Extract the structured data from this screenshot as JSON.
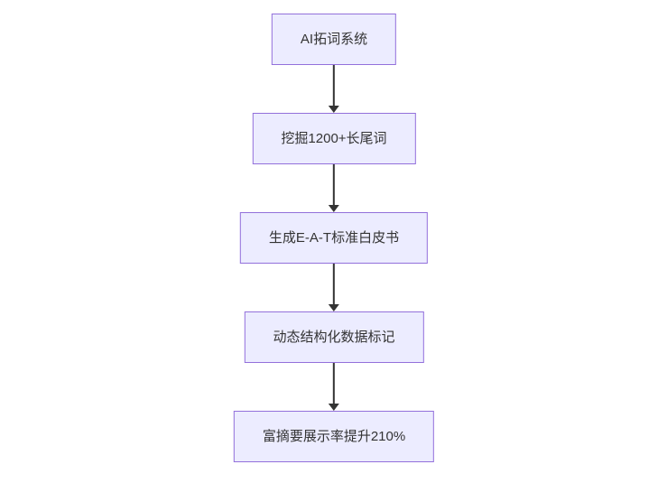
{
  "diagram": {
    "type": "flowchart",
    "direction": "top-down",
    "colors": {
      "node_fill": "#ECECFF",
      "node_border": "#9370DB",
      "node_text": "#333333",
      "arrow": "#333333",
      "background": "#ffffff"
    },
    "nodes": [
      {
        "id": "step-1",
        "label": "AI拓词系统"
      },
      {
        "id": "step-2",
        "label": "挖掘1200+长尾词"
      },
      {
        "id": "step-3",
        "label": "生成E-A-T标准白皮书"
      },
      {
        "id": "step-4",
        "label": "动态结构化数据标记"
      },
      {
        "id": "step-5",
        "label": "富摘要展示率提升210%"
      }
    ],
    "edges": [
      {
        "from": "step-1",
        "to": "step-2"
      },
      {
        "from": "step-2",
        "to": "step-3"
      },
      {
        "from": "step-3",
        "to": "step-4"
      },
      {
        "from": "step-4",
        "to": "step-5"
      }
    ]
  }
}
